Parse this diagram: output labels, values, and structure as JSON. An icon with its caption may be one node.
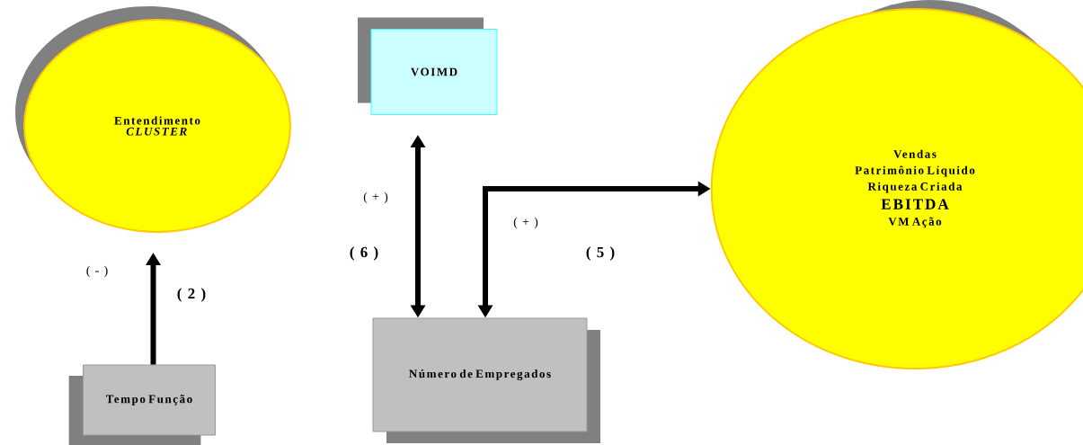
{
  "diagram": {
    "nodes": [
      {
        "text": [
          "Entendimento *CLUSTER*"
        ]
      },
      {
        "text": [
          "VOIMD"
        ]
      },
      {
        "text": [
          "Vendas",
          "Patrimônio Líquido",
          "Riqueza Criada",
          "EBITDA",
          "VM Ação"
        ]
      },
      {
        "text": [
          "Tempo Função"
        ]
      },
      {
        "text": [
          "Número de Empregados"
        ]
      }
    ],
    "edges": [
      {
        "from": 3,
        "to": 0,
        "arrow": "to"
      },
      {
        "from": 1,
        "to": 4,
        "arrow": "both"
      },
      {
        "from": 4,
        "to": 2,
        "arrow": "both"
      }
    ],
    "labels": [
      "( + )",
      "( 6 )",
      "( + )",
      "( 5 )",
      "( - )",
      "( 2 )"
    ]
  }
}
